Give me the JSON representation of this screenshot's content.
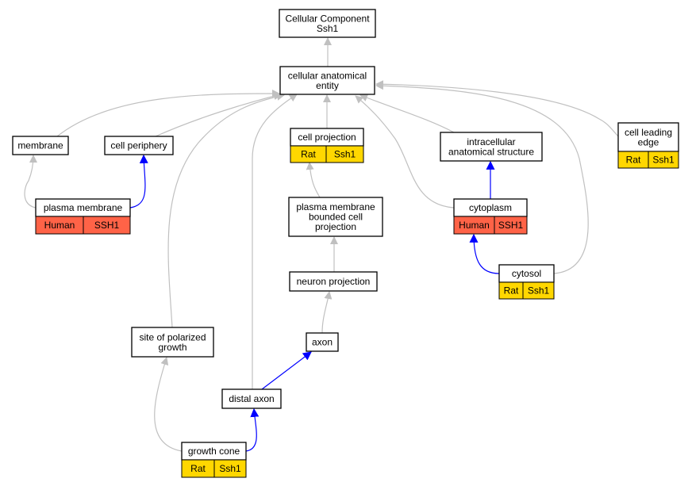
{
  "colors": {
    "is_a_edge": "#c0c0c0",
    "part_of_edge": "#0000ff",
    "human_annotation": "#ff6347",
    "rat_annotation": "#ffd700",
    "node_fill": "#ffffff",
    "node_border": "#000000"
  },
  "nodes": {
    "root": {
      "lines": [
        "Cellular Component",
        "Ssh1"
      ]
    },
    "cae": {
      "lines": [
        "cellular anatomical",
        "entity"
      ]
    },
    "membrane": {
      "lines": [
        "membrane"
      ]
    },
    "periphery": {
      "lines": [
        "cell periphery"
      ]
    },
    "projection": {
      "lines": [
        "cell projection"
      ],
      "annotation": [
        "Rat",
        "Ssh1"
      ]
    },
    "intracell": {
      "lines": [
        "intracellular",
        "anatomical structure"
      ]
    },
    "leading": {
      "lines": [
        "cell leading",
        "edge"
      ],
      "annotation": [
        "Rat",
        "Ssh1"
      ]
    },
    "plasma": {
      "lines": [
        "plasma membrane"
      ],
      "annotation": [
        "Human",
        "SSH1"
      ]
    },
    "pmbcp": {
      "lines": [
        "plasma membrane",
        "bounded cell",
        "projection"
      ]
    },
    "cytoplasm": {
      "lines": [
        "cytoplasm"
      ],
      "annotation": [
        "Human",
        "SSH1"
      ]
    },
    "cytosol": {
      "lines": [
        "cytosol"
      ],
      "annotation": [
        "Rat",
        "Ssh1"
      ]
    },
    "neuronproj": {
      "lines": [
        "neuron projection"
      ]
    },
    "polarized": {
      "lines": [
        "site of polarized",
        "growth"
      ]
    },
    "axon": {
      "lines": [
        "axon"
      ]
    },
    "distal": {
      "lines": [
        "distal axon"
      ]
    },
    "growthcone": {
      "lines": [
        "growth cone"
      ],
      "annotation": [
        "Rat",
        "Ssh1"
      ]
    }
  },
  "edges": [
    {
      "from": "cae",
      "to": "root",
      "relation": "is_a"
    },
    {
      "from": "membrane",
      "to": "cae",
      "relation": "is_a"
    },
    {
      "from": "periphery",
      "to": "cae",
      "relation": "is_a"
    },
    {
      "from": "projection",
      "to": "cae",
      "relation": "is_a"
    },
    {
      "from": "intracell",
      "to": "cae",
      "relation": "is_a"
    },
    {
      "from": "leading",
      "to": "cae",
      "relation": "is_a"
    },
    {
      "from": "polarized",
      "to": "cae",
      "relation": "is_a"
    },
    {
      "from": "distal",
      "to": "cae",
      "relation": "is_a"
    },
    {
      "from": "cytoplasm",
      "to": "cae",
      "relation": "is_a"
    },
    {
      "from": "cytosol",
      "to": "cae",
      "relation": "is_a"
    },
    {
      "from": "plasma",
      "to": "membrane",
      "relation": "is_a"
    },
    {
      "from": "plasma",
      "to": "periphery",
      "relation": "part_of"
    },
    {
      "from": "pmbcp",
      "to": "projection",
      "relation": "is_a"
    },
    {
      "from": "cytoplasm",
      "to": "intracell",
      "relation": "part_of"
    },
    {
      "from": "cytosol",
      "to": "cytoplasm",
      "relation": "part_of"
    },
    {
      "from": "neuronproj",
      "to": "pmbcp",
      "relation": "is_a"
    },
    {
      "from": "axon",
      "to": "neuronproj",
      "relation": "is_a"
    },
    {
      "from": "distal",
      "to": "axon",
      "relation": "part_of"
    },
    {
      "from": "growthcone",
      "to": "polarized",
      "relation": "is_a"
    },
    {
      "from": "growthcone",
      "to": "distal",
      "relation": "part_of"
    }
  ]
}
